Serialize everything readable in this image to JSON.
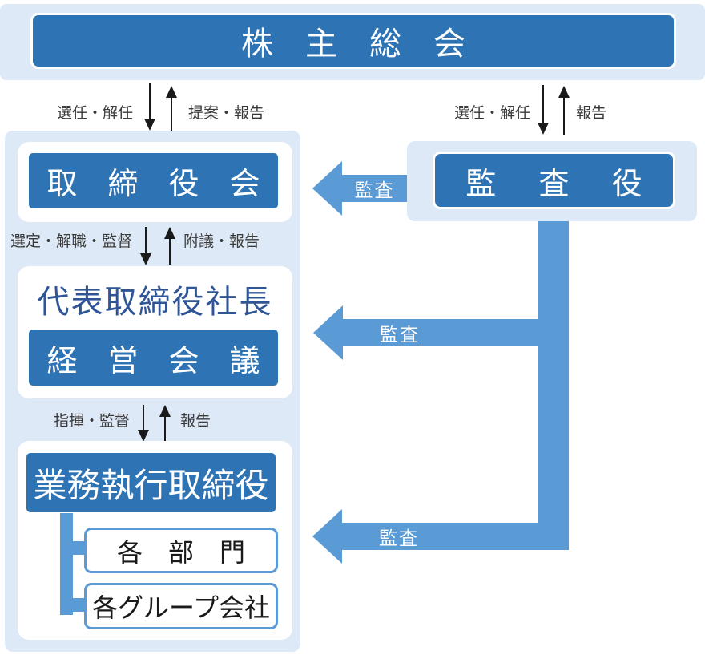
{
  "colors": {
    "box_fill": "#2e74b5",
    "audit_arrow_fill": "#5b9bd5",
    "panel_fill": "#dde9f6",
    "box_text": "#ffffff",
    "president_text": "#2f5597",
    "flow_label_text": "#3a3a3a"
  },
  "nodes": {
    "shareholders_meeting": "株主総会",
    "board_of_directors": "取締役会",
    "representative_director": "代表取締役社長",
    "management_meeting": "経営会議",
    "executive_directors": "業務執行取締役",
    "departments": "各部門",
    "group_companies": "各グループ会社",
    "corporate_auditor": "監査役"
  },
  "flows": {
    "shareholders_to_board_down": "選任・解任",
    "board_to_shareholders_up": "提案・報告",
    "shareholders_to_auditor_down": "選任・解任",
    "auditor_to_shareholders_up": "報告",
    "board_to_president_down": "選定・解職・監督",
    "president_to_board_up": "附議・報告",
    "management_to_exec_down": "指揮・監督",
    "exec_to_management_up": "報告",
    "audit_to_board": "監査",
    "audit_to_management": "監査",
    "audit_to_exec": "監査"
  }
}
